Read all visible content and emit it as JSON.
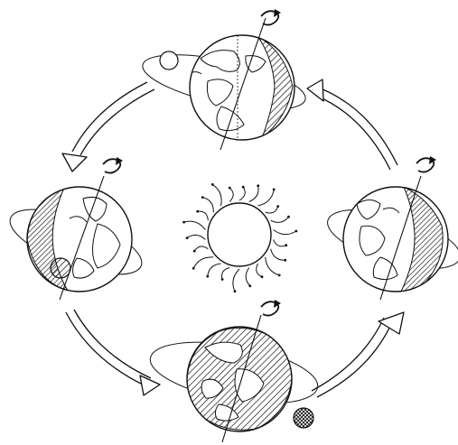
{
  "diagram": {
    "sun": {
      "icon": "sun-icon"
    },
    "earths": [
      {
        "key": "top",
        "shade": "right",
        "moon": "left",
        "moon_phase": "full"
      },
      {
        "key": "left",
        "shade": "left",
        "moon": "bottom-left",
        "moon_phase": "light-shaded"
      },
      {
        "key": "right",
        "shade": "right-half",
        "moon": "none",
        "moon_phase": "none"
      },
      {
        "key": "bottom",
        "shade": "most",
        "moon": "bottom-right",
        "moon_phase": "dark"
      }
    ],
    "arrows": [
      {
        "key": "top-left",
        "direction": "counterclockwise"
      },
      {
        "key": "bottom-left",
        "direction": "counterclockwise"
      },
      {
        "key": "bottom-right",
        "direction": "counterclockwise"
      },
      {
        "key": "top-right",
        "direction": "counterclockwise"
      }
    ],
    "colors": {
      "line": "#111111",
      "paper": "#ffffff"
    }
  }
}
